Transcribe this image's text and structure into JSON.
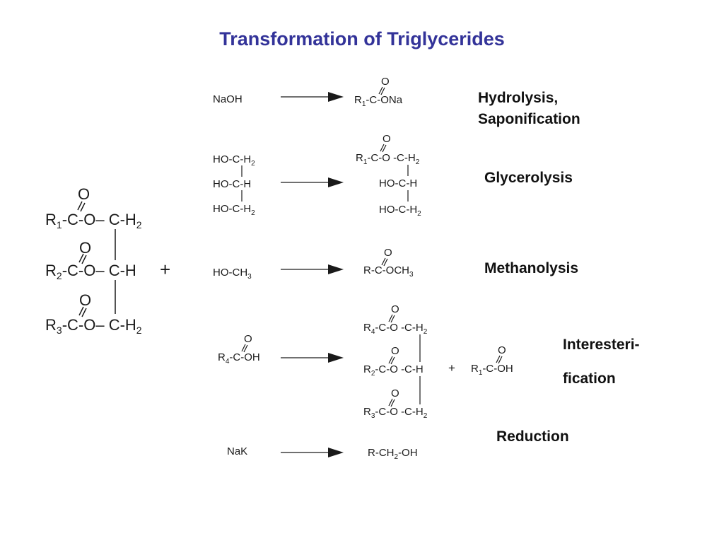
{
  "title": "Transformation of Triglycerides",
  "colors": {
    "title": "#333399",
    "text": "#1a1a1a"
  },
  "triglyceride": {
    "o1": "O",
    "r1": "R",
    "s1": "1",
    "row1": "-C-O– C-H",
    "h1": "2",
    "o2": "O",
    "r2": "R",
    "s2": "2",
    "row2": "-C-O– C-H",
    "o3": "O",
    "r3": "R",
    "s3": "3",
    "row3": "-C-O– C-H",
    "h3": "2"
  },
  "plus": "+",
  "reactions": {
    "hydrolysis": {
      "reagent": "NaOH",
      "product_o": "O",
      "product_r": "R",
      "product_sub": "1",
      "product_rest": "-C-ONa",
      "label": [
        "Hydrolysis,",
        "Saponification"
      ]
    },
    "glycerolysis": {
      "reagent_1": "HO-C-H",
      "reagent_1_sub": "2",
      "reagent_2": "HO-C-H",
      "reagent_3": "HO-C-H",
      "reagent_3_sub": "2",
      "product_o": "O",
      "product_r": "R",
      "product_sub": "1",
      "product_rest": "-C-O -C-H",
      "product_h_sub": "2",
      "product_2": "HO-C-H",
      "product_3": "HO-C-H",
      "product_3_sub": "2",
      "label": "Glycerolysis"
    },
    "methanolysis": {
      "reagent": "HO-CH",
      "reagent_sub": "3",
      "product_o": "O",
      "product": "R-C-OCH",
      "product_sub": "3",
      "label": "Methanolysis"
    },
    "interesterification": {
      "reagent_o": "O",
      "reagent_r": "R",
      "reagent_sub": "4",
      "reagent_rest": "-C-OH",
      "p_o1": "O",
      "p_r1": "R",
      "p_s1": "4",
      "p_row1": "-C-O -C-H",
      "p_h1": "2",
      "p_o2": "O",
      "p_r2": "R",
      "p_s2": "2",
      "p_row2": "-C-O -C-H",
      "p_o3": "O",
      "p_r3": "R",
      "p_s3": "3",
      "p_row3": "-C-O -C-H",
      "p_h3": "2",
      "plus": "+",
      "side_o": "O",
      "side_r": "R",
      "side_sub": "1",
      "side_rest": "-C-OH",
      "label": [
        "Interesteri-",
        "fication"
      ]
    },
    "reduction": {
      "reagent": "NaK",
      "product_a": "R-CH",
      "product_sub": "2",
      "product_b": "-OH",
      "label": "Reduction"
    }
  }
}
